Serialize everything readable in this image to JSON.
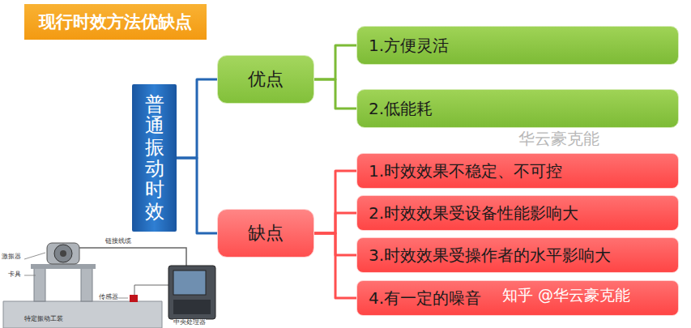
{
  "diagram": {
    "title": "现行时效方法优缺点",
    "nodes": [
      {
        "text": [
          "普通振动时效"
        ]
      },
      {
        "text": [
          "优点"
        ]
      },
      {
        "text": [
          "1.方便灵活"
        ]
      },
      {
        "text": [
          "2.低能耗"
        ]
      },
      {
        "text": [
          "缺点"
        ]
      },
      {
        "text": [
          "1.时效效果不稳定、不可控"
        ]
      },
      {
        "text": [
          "2.时效效果受设备性能影响大"
        ]
      },
      {
        "text": [
          "3.时效效果受操作者的水平影响大"
        ]
      },
      {
        "text": [
          "4.有一定的噪音"
        ]
      }
    ],
    "edges": [
      {
        "from": 0,
        "to": 1,
        "arrow": "none"
      },
      {
        "from": 0,
        "to": 4,
        "arrow": "none"
      },
      {
        "from": 1,
        "to": 2,
        "arrow": "none"
      },
      {
        "from": 1,
        "to": 3,
        "arrow": "none"
      },
      {
        "from": 4,
        "to": 5,
        "arrow": "none"
      },
      {
        "from": 4,
        "to": 6,
        "arrow": "none"
      },
      {
        "from": 4,
        "to": 7,
        "arrow": "none"
      },
      {
        "from": 4,
        "to": 8,
        "arrow": "none"
      }
    ],
    "labels": [
      "激振器",
      "卡具",
      "链接线缆",
      "传感器",
      "特定振动工装",
      "中央处理器",
      "知乎 @华云豪克能",
      "华云豪克能"
    ]
  }
}
